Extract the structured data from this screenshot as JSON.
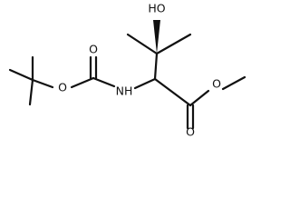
{
  "atoms": {
    "hydroxyl": "HO",
    "amine": "NH",
    "carbamate_ether_oxygen": "O",
    "carbamate_carbonyl_oxygen": "O",
    "ester_ether_oxygen": "O",
    "ester_carbonyl_oxygen": "O"
  }
}
